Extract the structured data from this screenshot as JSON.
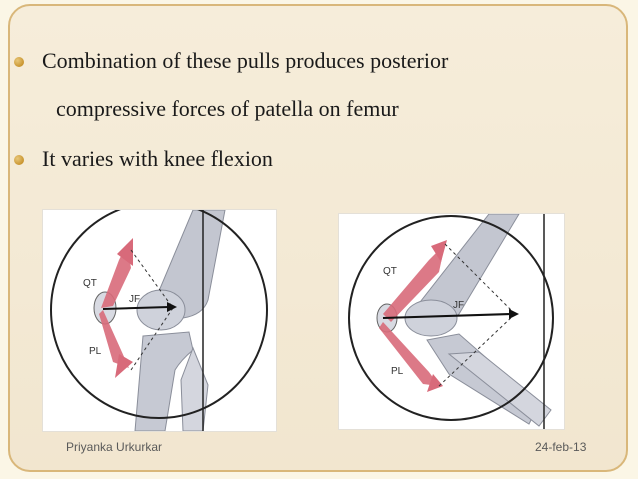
{
  "bullets": [
    {
      "line1": "Combination of these pulls produces posterior",
      "line2": "compressive forces of patella on femur"
    },
    {
      "line1": "It varies with knee flexion"
    }
  ],
  "figures": [
    {
      "labels": {
        "qt": "QT",
        "jf": "JF",
        "pl": "PL"
      }
    },
    {
      "labels": {
        "qt": "QT",
        "jf": "JF",
        "pl": "PL"
      }
    }
  ],
  "footer": {
    "author": "Priyanka Urkurkar",
    "date": "24-feb-13"
  },
  "colors": {
    "accent": "#d9b77a",
    "arrow_pink": "#d86a7a",
    "bone": "#c9ccd6"
  }
}
